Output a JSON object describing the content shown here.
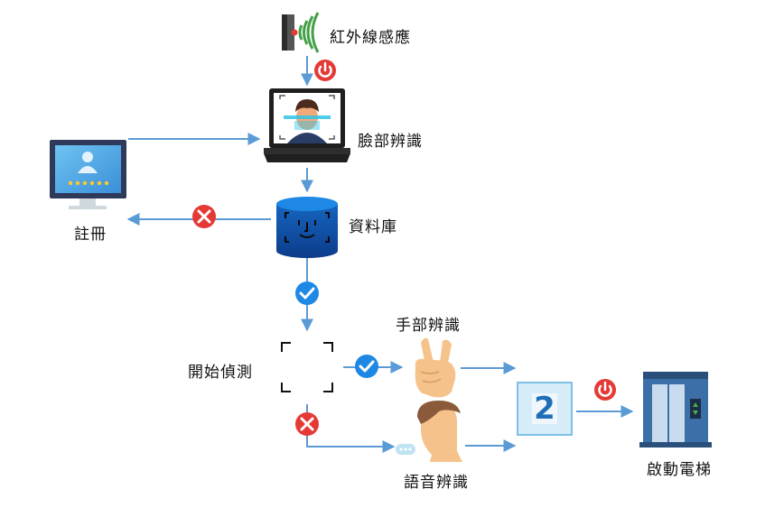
{
  "labels": {
    "infrared_sensor": "紅外線感應",
    "face_recognition": "臉部辨識",
    "register": "註冊",
    "database": "資料庫",
    "hand_recognition": "手部辨識",
    "start_detection": "開始偵測",
    "voice_recognition": "語音辨識",
    "start_elevator": "啟動電梯"
  },
  "floor_number": "2",
  "colors": {
    "arrow": "#5b9bd5",
    "check": "#1e88e5",
    "cross": "#e53935",
    "power": "#e53935",
    "floor_box": "#d6ecf8",
    "elevator": "#3c6fa8"
  }
}
